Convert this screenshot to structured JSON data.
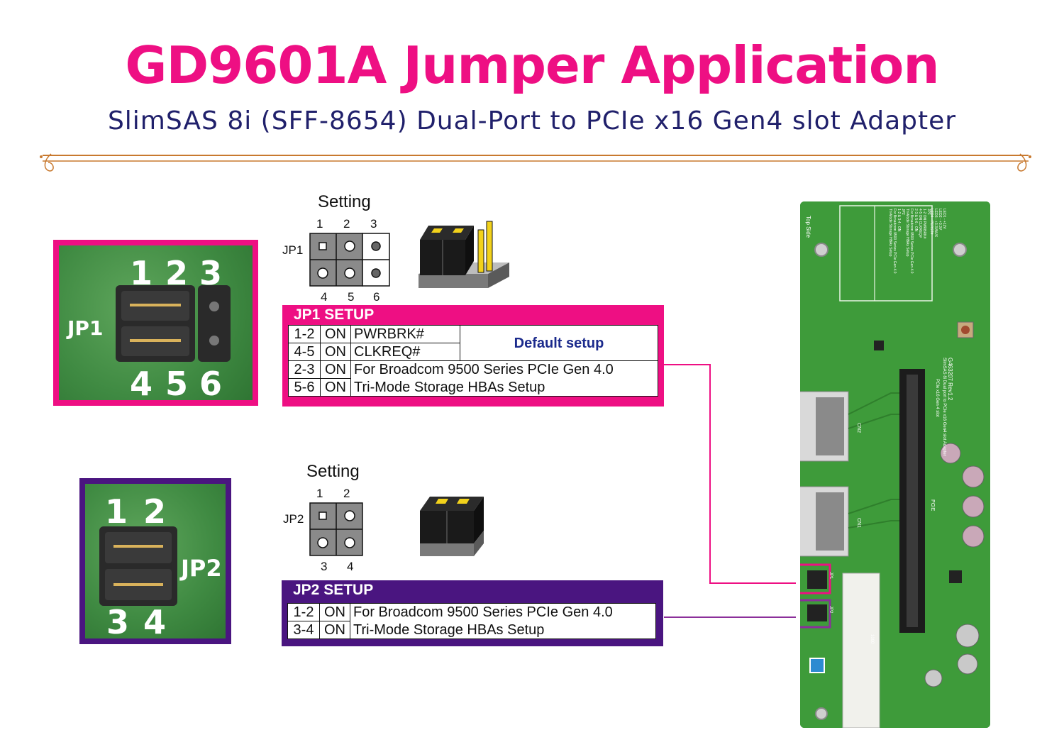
{
  "title": "GD9601A Jumper Application",
  "subtitle": "SlimSAS 8i (SFF-8654) Dual-Port to PCIe x16 Gen4 slot Adapter",
  "colors": {
    "magenta": "#ee0f83",
    "purple": "#4a1580",
    "navy": "#20206b",
    "divider": "#c8792f",
    "pcb": "#3e9b3a"
  },
  "jp1": {
    "photo_label": "JP1",
    "photo_top_numbers": [
      "1",
      "2",
      "3"
    ],
    "photo_bottom_numbers": [
      "4",
      "5",
      "6"
    ],
    "setting_title": "Setting",
    "name": "JP1",
    "top_pins": [
      "1",
      "2",
      "3"
    ],
    "bottom_pins": [
      "4",
      "5",
      "6"
    ],
    "setup_title": "JP1 SETUP",
    "rows": [
      {
        "pins": "1-2",
        "state": "ON",
        "desc": "PWRBRK#"
      },
      {
        "pins": "4-5",
        "state": "ON",
        "desc": "CLKREQ#"
      },
      {
        "pins": "2-3",
        "state": "ON",
        "desc": "For Broadcom 9500 Series PCIe Gen 4.0"
      },
      {
        "pins": "5-6",
        "state": "ON",
        "desc": "Tri-Mode Storage HBAs Setup"
      }
    ],
    "default_label": "Default setup"
  },
  "jp2": {
    "photo_label": "JP2",
    "photo_top_numbers": [
      "1",
      "2"
    ],
    "photo_bottom_numbers": [
      "3",
      "4"
    ],
    "setting_title": "Setting",
    "name": "JP2",
    "top_pins": [
      "1",
      "2"
    ],
    "bottom_pins": [
      "3",
      "4"
    ],
    "setup_title": "JP2 SETUP",
    "rows": [
      {
        "pins": "1-2",
        "state": "ON",
        "desc": "For Broadcom 9500 Series PCIe Gen 4.0"
      },
      {
        "pins": "3-4",
        "state": "ON",
        "desc": "Tri-Mode Storage HBAs Setup"
      }
    ]
  },
  "board": {
    "side_label": "Top Side",
    "model": "G463207 Rev1.2",
    "desc_line1": "SlimSAS 8i Dual port to PCIe x16 Gen4 slot Adapter",
    "desc_line2": "PCIe x16 Gen 4 slot",
    "conn1": "CN1",
    "conn2": "CN2",
    "slot_label": "PCIE",
    "cap_label": "1000",
    "jp1_label": "JP1",
    "jp2_label": "JP2",
    "notes": [
      "JP1",
      "1-2  ON  PWRBRK#",
      "4-5  ON  CLKREQ#",
      "2-3 & 5-6 : ON",
      "For Broadcom 9500 Series PCIe Gen 4.0",
      "Tri-Mode Storage HBAs Setup",
      "JP2",
      "1-2 & 3-4 : ON",
      "For Broadcom 9500 Series PCIe Gen 4.0",
      "Tri-Mode Storage HBAs Setup"
    ],
    "led_notes": [
      "LED1 - +12V",
      "LED2 - +3.3V",
      "LED3 - +3.3VAUX",
      "LED4 - PERST#"
    ]
  }
}
